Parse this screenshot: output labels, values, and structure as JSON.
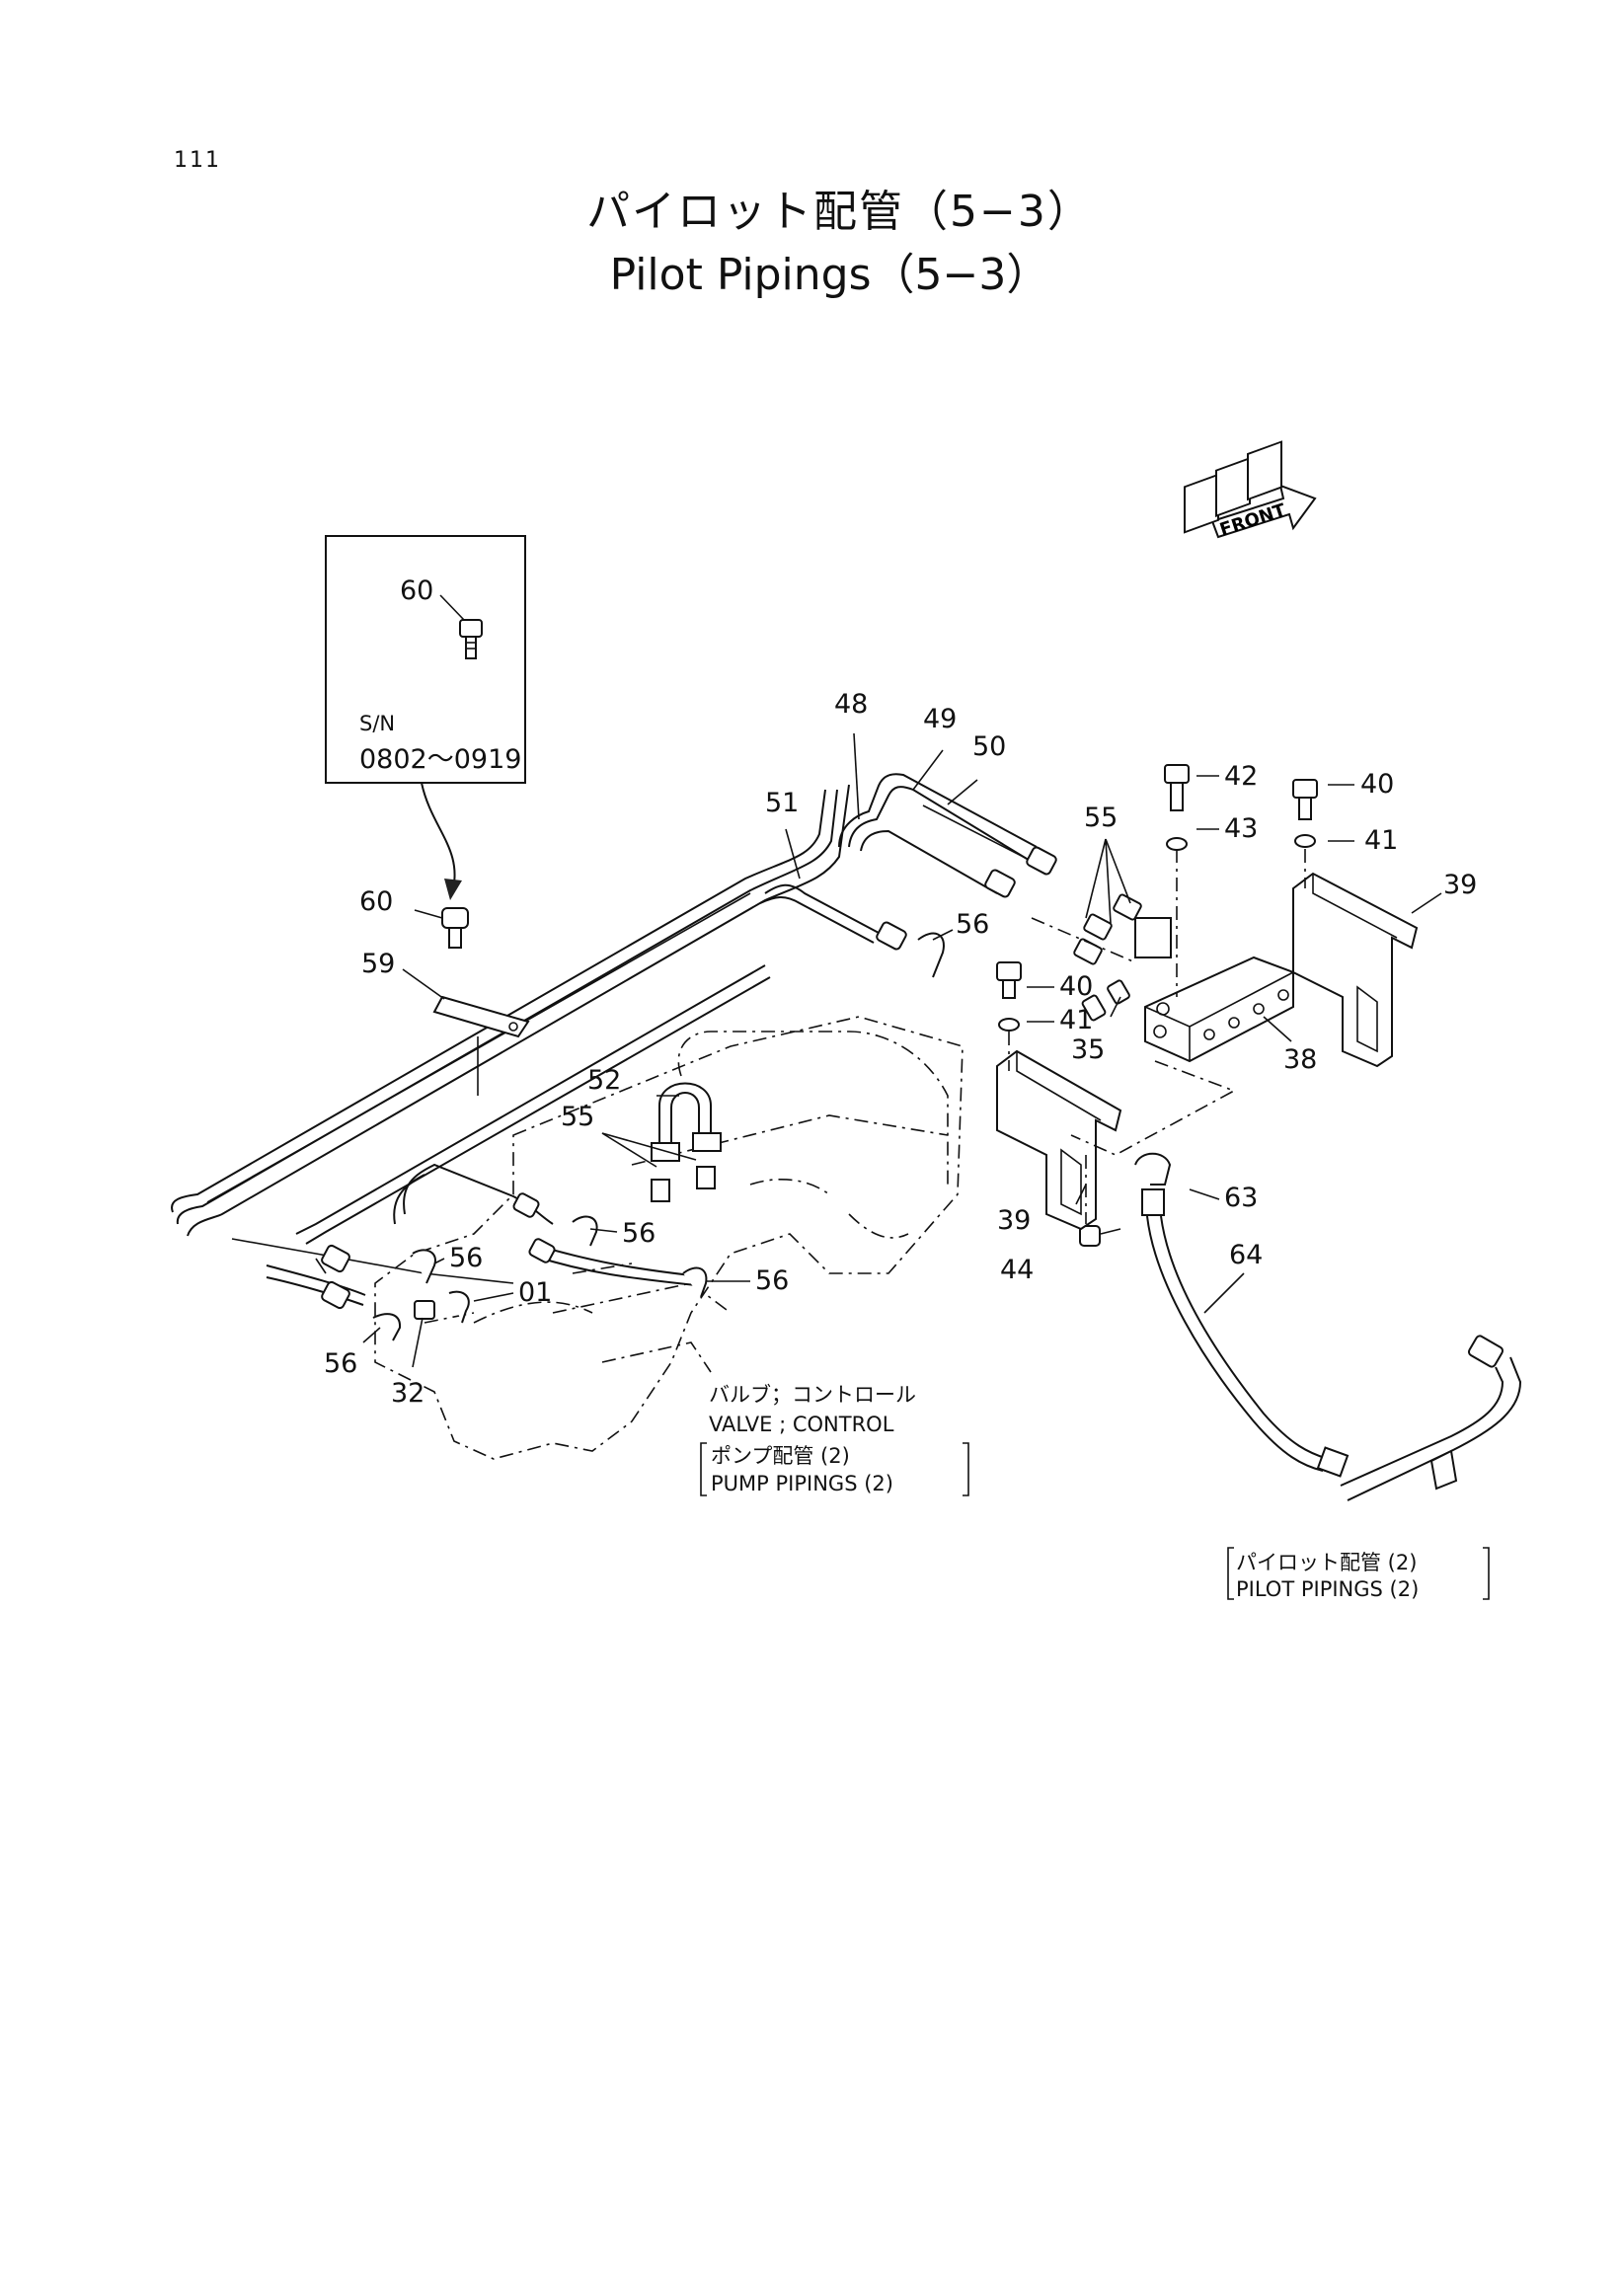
{
  "page_number": "111",
  "title_jp": "パイロット配管（5−3）",
  "title_en": "Pilot Pipings（5−3）",
  "front_badge": "FRONT",
  "inset": {
    "sn_label": "S/N",
    "sn_range": "0802～0919",
    "part": "60"
  },
  "callouts": {
    "p01": "01",
    "p32": "32",
    "p35": "35",
    "p38": "38",
    "p39a": "39",
    "p39b": "39",
    "p40a": "40",
    "p40b": "40",
    "p41a": "41",
    "p41b": "41",
    "p42": "42",
    "p43": "43",
    "p44": "44",
    "p48": "48",
    "p49": "49",
    "p50": "50",
    "p51": "51",
    "p52": "52",
    "p55a": "55",
    "p55b": "55",
    "p56a": "56",
    "p56b": "56",
    "p56c": "56",
    "p56d": "56",
    "p56e": "56",
    "p59": "59",
    "p60": "60",
    "p63": "63",
    "p64": "64"
  },
  "ref_valve": {
    "jp": "バルブ；コントロール",
    "en": "VALVE ; CONTROL",
    "sub_jp": "ポンプ配管 (2)",
    "sub_en": "PUMP PIPINGS (2)"
  },
  "ref_pilot": {
    "jp": "パイロット配管 (2)",
    "en": "PILOT PIPINGS (2)"
  }
}
